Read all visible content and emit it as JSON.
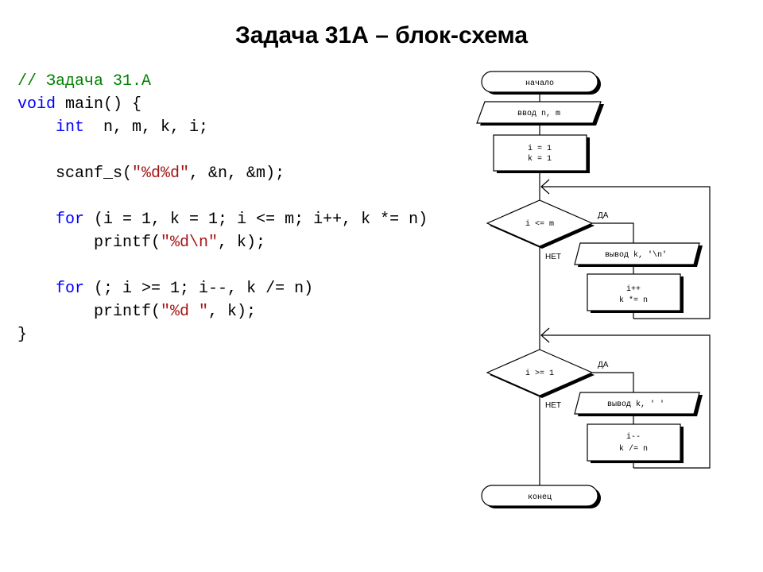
{
  "title": "Задача 31А – блок-схема",
  "code": {
    "lines": [
      [
        {
          "t": "// Задача 31.А",
          "c": "comment"
        }
      ],
      [
        {
          "t": "void",
          "c": "kw"
        },
        {
          "t": " main() {",
          "c": "plain"
        }
      ],
      [
        {
          "t": "    ",
          "c": "plain"
        },
        {
          "t": "int",
          "c": "kw"
        },
        {
          "t": "  n, m, k, i;",
          "c": "plain"
        }
      ],
      [],
      [
        {
          "t": "    scanf_s(",
          "c": "plain"
        },
        {
          "t": "\"%d%d\"",
          "c": "str"
        },
        {
          "t": ", &n, &m);",
          "c": "plain"
        }
      ],
      [],
      [
        {
          "t": "    ",
          "c": "plain"
        },
        {
          "t": "for",
          "c": "kw"
        },
        {
          "t": " (i = 1, k = 1; i <= m; i++, k *= n)",
          "c": "plain"
        }
      ],
      [
        {
          "t": "        printf(",
          "c": "plain"
        },
        {
          "t": "\"%d\\n\"",
          "c": "str"
        },
        {
          "t": ", k);",
          "c": "plain"
        }
      ],
      [],
      [
        {
          "t": "    ",
          "c": "plain"
        },
        {
          "t": "for",
          "c": "kw"
        },
        {
          "t": " (; i >= 1; i--, k /= n)",
          "c": "plain"
        }
      ],
      [
        {
          "t": "        printf(",
          "c": "plain"
        },
        {
          "t": "\"%d \"",
          "c": "str"
        },
        {
          "t": ", k);",
          "c": "plain"
        }
      ],
      [
        {
          "t": "}",
          "c": "plain"
        }
      ]
    ]
  },
  "flowchart": {
    "start": "начало",
    "input": "ввод n, m",
    "init": [
      "i = 1",
      "k = 1"
    ],
    "cond1": "i <= m",
    "yes1": "ДА",
    "no1": "НЕТ",
    "output1": "вывод k, '\\n'",
    "step1": [
      "i++",
      "k *= n"
    ],
    "cond2": "i >= 1",
    "yes2": "ДА",
    "no2": "НЕТ",
    "output2": "вывод k, ' '",
    "step2": [
      "i--",
      "k /= n"
    ],
    "end": "конец"
  }
}
